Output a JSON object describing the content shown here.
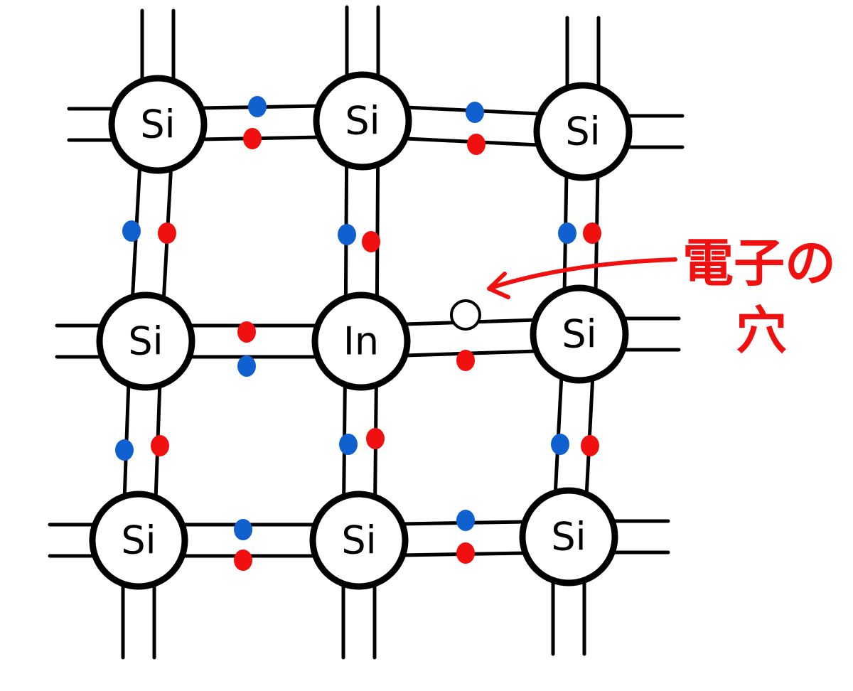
{
  "colors": {
    "electron": "#1060d0",
    "hole_partner": "#f01010",
    "annotation": "#f01010"
  },
  "atoms": [
    [
      "Si",
      "Si",
      "Si"
    ],
    [
      "Si",
      "In",
      "Si"
    ],
    [
      "Si",
      "Si",
      "Si"
    ]
  ],
  "annotation": {
    "line1": "電子の",
    "line2": "穴"
  }
}
